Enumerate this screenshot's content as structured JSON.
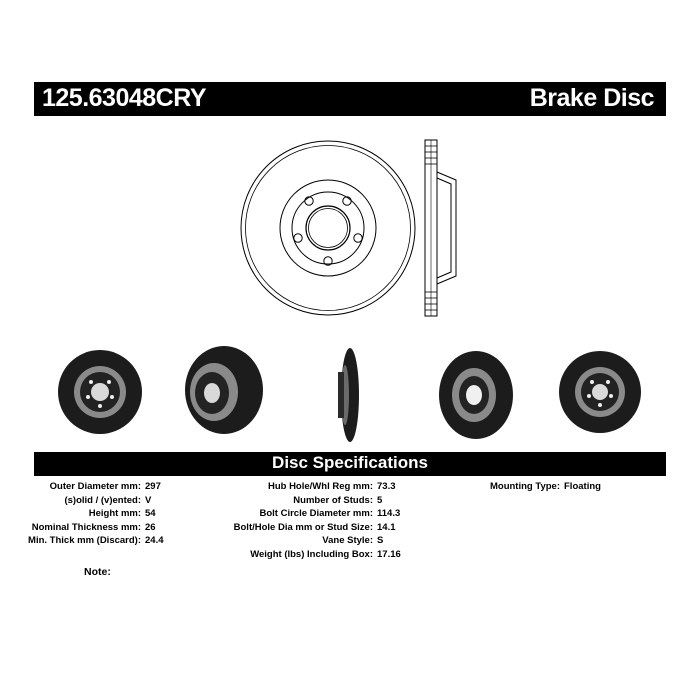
{
  "header": {
    "part_number": "125.63048CRY",
    "product_type": "Brake Disc"
  },
  "specs_title": "Disc Specifications",
  "specs": {
    "col1": [
      {
        "label": "Outer Diameter mm:",
        "value": "297"
      },
      {
        "label": "(s)olid / (v)ented:",
        "value": "V"
      },
      {
        "label": "Height mm:",
        "value": "54"
      },
      {
        "label": "Nominal Thickness mm:",
        "value": "26"
      },
      {
        "label": "Min. Thick mm (Discard):",
        "value": "24.4"
      }
    ],
    "col2": [
      {
        "label": "Hub Hole/Whl Reg mm:",
        "value": "73.3"
      },
      {
        "label": "Number of Studs:",
        "value": "5"
      },
      {
        "label": "Bolt Circle Diameter mm:",
        "value": "114.3"
      },
      {
        "label": "Bolt/Hole Dia mm or Stud Size:",
        "value": "14.1"
      },
      {
        "label": "Vane Style:",
        "value": "S"
      },
      {
        "label": "Weight (lbs) Including Box:",
        "value": "17.16"
      }
    ],
    "col3": [
      {
        "label": "Mounting Type:",
        "value": "Floating"
      }
    ]
  },
  "note_label": "Note:",
  "colors": {
    "bar": "#000000",
    "disc_dark": "#1a1a1a",
    "disc_hub": "#8a8a8a"
  }
}
